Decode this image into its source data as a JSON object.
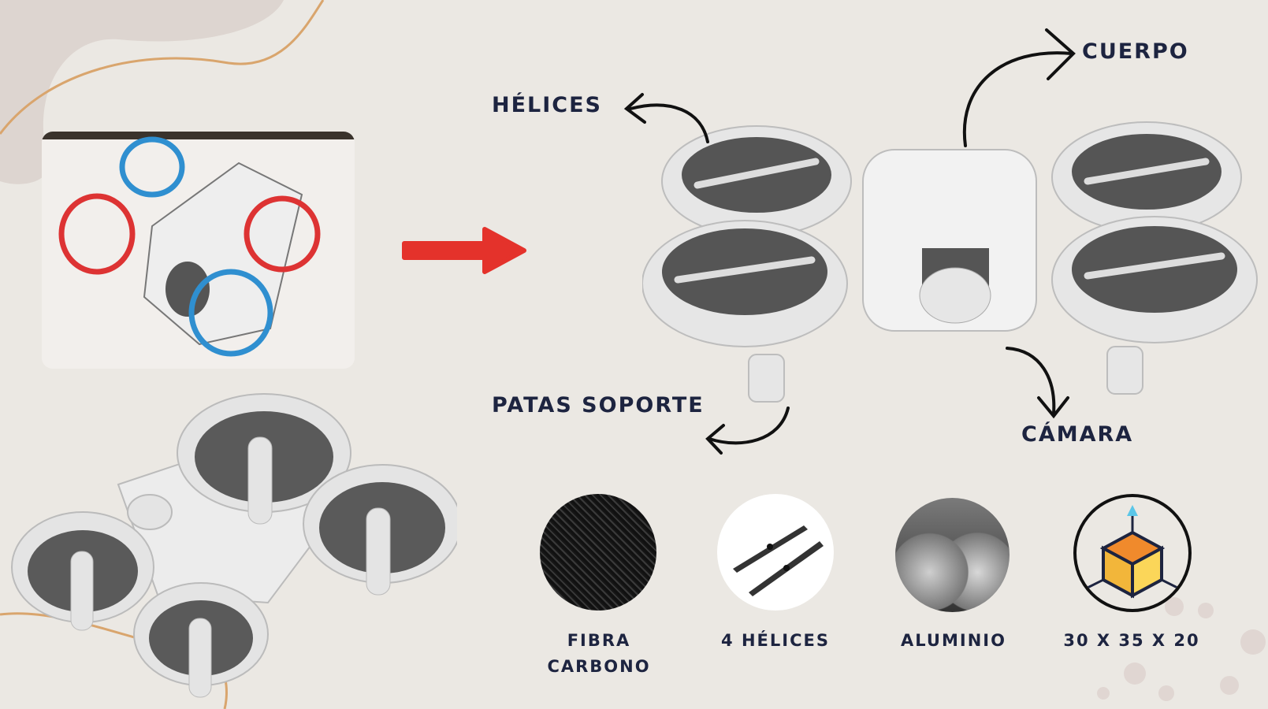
{
  "labels": {
    "helices": "HÉLICES",
    "cuerpo": "CUERPO",
    "patas": "PATAS SOPORTE",
    "camara": "CÁMARA"
  },
  "features": [
    {
      "label_line1": "FIBRA",
      "label_line2": "CARBONO",
      "icon": "carbon-fiber-texture"
    },
    {
      "label_line1": "4 HÉLICES",
      "icon": "propellers"
    },
    {
      "label_line1": "ALUMINIO",
      "icon": "aluminium-rods"
    },
    {
      "label_line1": "30 X 35 X 20",
      "icon": "dimensions-cube"
    }
  ],
  "colors": {
    "background": "#ebe8e3",
    "text": "#1d2440",
    "arrow": "#e4322b",
    "accent_line": "#d9a56d"
  }
}
